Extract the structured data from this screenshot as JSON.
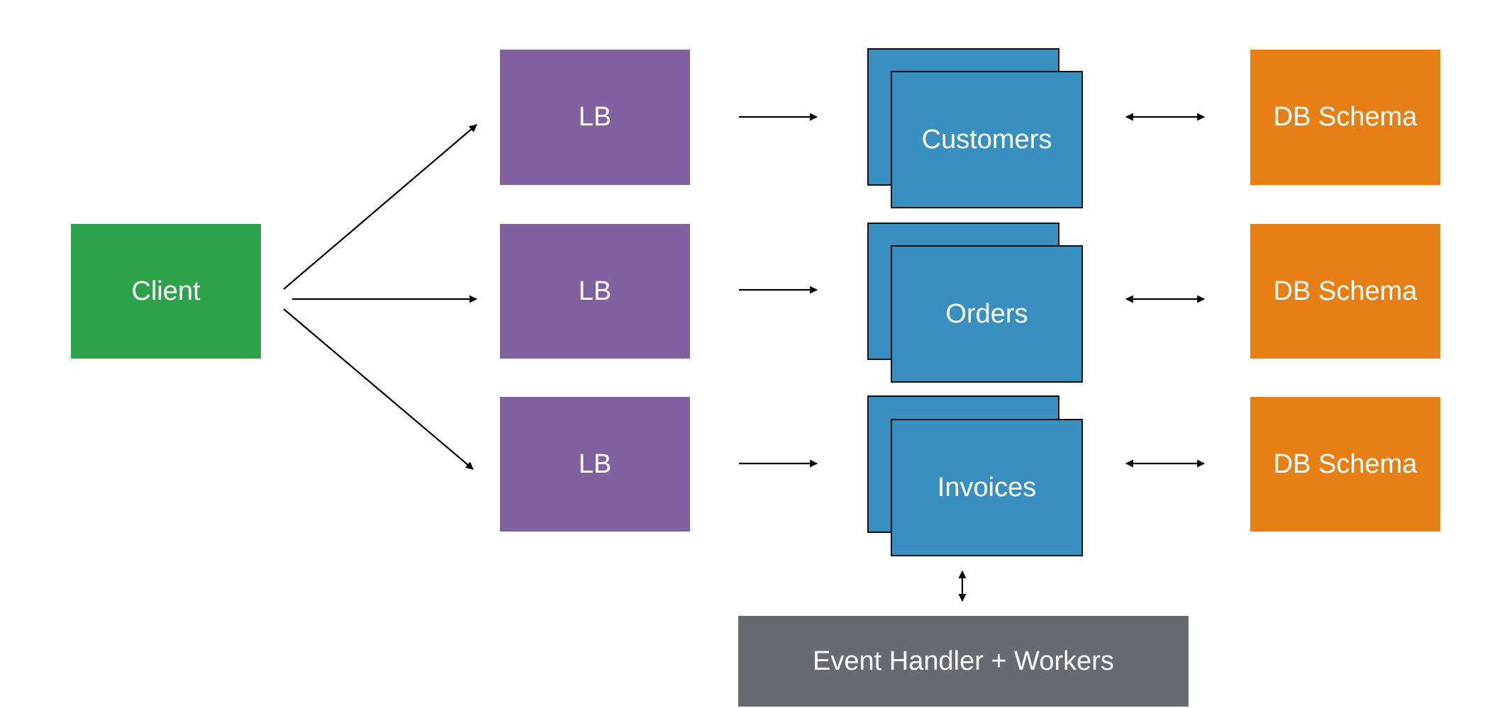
{
  "diagram": {
    "client": {
      "label": "Client",
      "color": "#2ea24a"
    },
    "load_balancers": [
      {
        "label": "LB"
      },
      {
        "label": "LB"
      },
      {
        "label": "LB"
      }
    ],
    "services": [
      {
        "label": "Customers"
      },
      {
        "label": "Orders"
      },
      {
        "label": "Invoices"
      }
    ],
    "databases": [
      {
        "label": "DB Schema"
      },
      {
        "label": "DB Schema"
      },
      {
        "label": "DB Schema"
      }
    ],
    "event_handler": {
      "label": "Event Handler + Workers"
    },
    "colors": {
      "client": "#2ea24a",
      "load_balancer": "#8161a0",
      "service": "#3a8fc1",
      "database": "#e67f16",
      "event_handler": "#666b71"
    },
    "edges": [
      {
        "from": "Client",
        "to": "LB 1",
        "direction": "forward"
      },
      {
        "from": "Client",
        "to": "LB 2",
        "direction": "forward"
      },
      {
        "from": "Client",
        "to": "LB 3",
        "direction": "forward"
      },
      {
        "from": "LB 1",
        "to": "Customers",
        "direction": "forward"
      },
      {
        "from": "LB 2",
        "to": "Orders",
        "direction": "forward"
      },
      {
        "from": "LB 3",
        "to": "Invoices",
        "direction": "forward"
      },
      {
        "from": "Customers",
        "to": "DB Schema 1",
        "direction": "both"
      },
      {
        "from": "Orders",
        "to": "DB Schema 2",
        "direction": "both"
      },
      {
        "from": "Invoices",
        "to": "DB Schema 3",
        "direction": "both"
      },
      {
        "from": "Invoices",
        "to": "Event Handler + Workers",
        "direction": "both"
      }
    ]
  }
}
